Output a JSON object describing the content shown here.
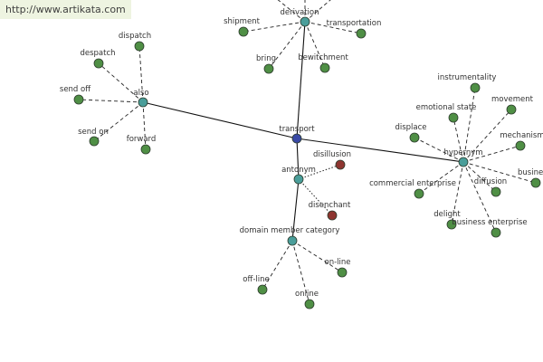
{
  "site_url": "http://www.artikata.com",
  "colors": {
    "center": "#3949a6",
    "hub": "#4a9e9a",
    "leaf": "#4f8f45",
    "antonym_leaf": "#8e3530"
  },
  "nodes": {
    "transport": "transport",
    "derivation": "derivation",
    "also": "also",
    "hypernym": "hypernym",
    "antonym": "antonym",
    "domain_member_category": "domain member category",
    "shipment": "shipment",
    "transportation": "transportation",
    "bring": "bring",
    "bewitchment": "bewitchment",
    "despatch": "despatch",
    "dispatch": "dispatch",
    "send_off": "send off",
    "send_on": "send on",
    "forward": "forward",
    "instrumentality": "instrumentality",
    "emotional_state": "emotional state",
    "movement": "movement",
    "displace": "displace",
    "mechanism": "mechanism",
    "business": "busines",
    "commercial_enterprise": "commercial enterprise",
    "diffusion": "diffusion",
    "delight": "delight",
    "business_enterprise": "business enterprise",
    "disillusion": "disillusion",
    "disenchant": "disenchant",
    "off_line": "off-line",
    "on_line": "on-line",
    "online": "online"
  }
}
